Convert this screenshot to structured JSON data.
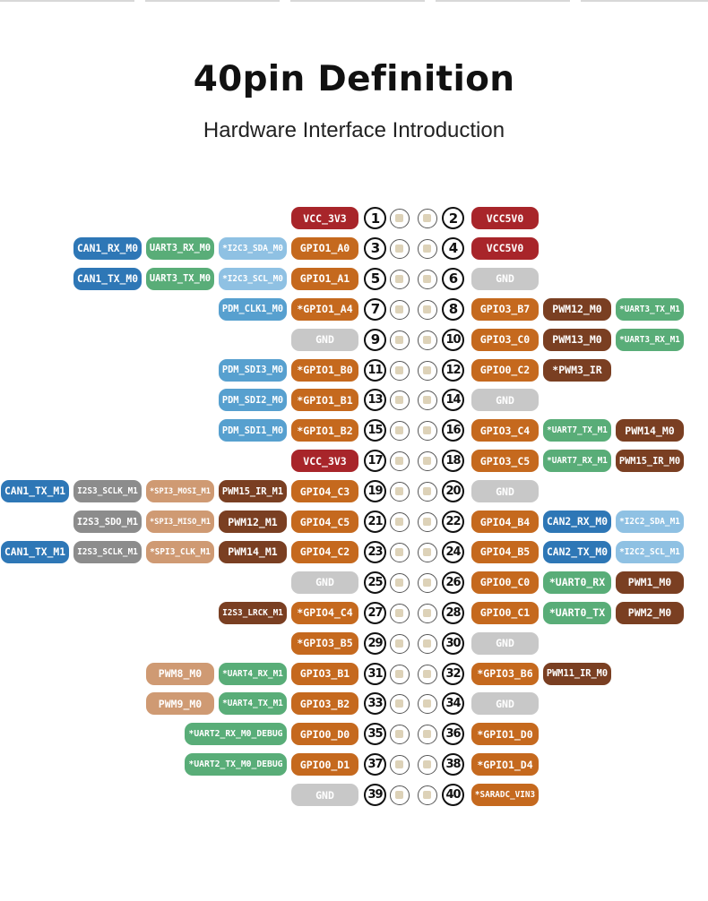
{
  "title": "40pin Definition",
  "subtitle": "Hardware Interface Introduction",
  "colors": {
    "red": "#a8252a",
    "orange": "#c5691e",
    "gray": "#c8c8c8",
    "blue": "#2e77b6",
    "green": "#59ad78",
    "lightblue": "#8fc1e3",
    "skyblue": "#57a0cf",
    "gray_label": "#8c8c8c",
    "tan": "#cf9a73",
    "brown": "#7a3f22"
  },
  "pins": [
    {
      "left_label": "VCC_3V3",
      "left_color": "red",
      "left_functions": [],
      "left_number": "1",
      "right_number": "2",
      "right_label": "VCC5V0",
      "right_color": "red",
      "right_functions": []
    },
    {
      "left_label": "GPIO1_A0",
      "left_color": "orange",
      "left_functions": [
        {
          "label": "CAN1_RX_M0",
          "color": "blue"
        },
        {
          "label": "UART3_RX_M0",
          "color": "green"
        },
        {
          "label": "*I2C3_SDA_M0",
          "color": "lightblue"
        }
      ],
      "left_number": "3",
      "right_number": "4",
      "right_label": "VCC5V0",
      "right_color": "red",
      "right_functions": []
    },
    {
      "left_label": "GPIO1_A1",
      "left_color": "orange",
      "left_functions": [
        {
          "label": "CAN1_TX_M0",
          "color": "blue"
        },
        {
          "label": "UART3_TX_M0",
          "color": "green"
        },
        {
          "label": "*I2C3_SCL_M0",
          "color": "lightblue"
        }
      ],
      "left_number": "5",
      "right_number": "6",
      "right_label": "GND",
      "right_color": "gray",
      "right_functions": []
    },
    {
      "left_label": "*GPIO1_A4",
      "left_color": "orange",
      "left_functions": [
        {
          "label": "PDM_CLK1_M0",
          "color": "skyblue"
        }
      ],
      "left_number": "7",
      "right_number": "8",
      "right_label": "GPIO3_B7",
      "right_color": "orange",
      "right_functions": [
        {
          "label": "PWM12_M0",
          "color": "brown"
        },
        {
          "label": "*UART3_TX_M1",
          "color": "green"
        }
      ]
    },
    {
      "left_label": "GND",
      "left_color": "gray",
      "left_functions": [],
      "left_number": "9",
      "right_number": "10",
      "right_label": "GPIO3_C0",
      "right_color": "orange",
      "right_functions": [
        {
          "label": "PWM13_M0",
          "color": "brown"
        },
        {
          "label": "*UART3_RX_M1",
          "color": "green"
        }
      ]
    },
    {
      "left_label": "*GPIO1_B0",
      "left_color": "orange",
      "left_functions": [
        {
          "label": "PDM_SDI3_M0",
          "color": "skyblue"
        }
      ],
      "left_number": "11",
      "right_number": "12",
      "right_label": "GPIO0_C2",
      "right_color": "orange",
      "right_functions": [
        {
          "label": "*PWM3_IR",
          "color": "brown"
        }
      ]
    },
    {
      "left_label": "*GPIO1_B1",
      "left_color": "orange",
      "left_functions": [
        {
          "label": "PDM_SDI2_M0",
          "color": "skyblue"
        }
      ],
      "left_number": "13",
      "right_number": "14",
      "right_label": "GND",
      "right_color": "gray",
      "right_functions": []
    },
    {
      "left_label": "*GPIO1_B2",
      "left_color": "orange",
      "left_functions": [
        {
          "label": "PDM_SDI1_M0",
          "color": "skyblue"
        }
      ],
      "left_number": "15",
      "right_number": "16",
      "right_label": "GPIO3_C4",
      "right_color": "orange",
      "right_functions": [
        {
          "label": "*UART7_TX_M1",
          "color": "green"
        },
        {
          "label": "PWM14_M0",
          "color": "brown"
        }
      ]
    },
    {
      "left_label": "VCC_3V3",
      "left_color": "red",
      "left_functions": [],
      "left_number": "17",
      "right_number": "18",
      "right_label": "GPIO3_C5",
      "right_color": "orange",
      "right_functions": [
        {
          "label": "*UART7_RX_M1",
          "color": "green"
        },
        {
          "label": "PWM15_IR_M0",
          "color": "brown"
        }
      ]
    },
    {
      "left_label": "GPIO4_C3",
      "left_color": "orange",
      "left_functions": [
        {
          "label": "CAN1_TX_M1",
          "color": "blue"
        },
        {
          "label": "I2S3_SCLK_M1",
          "color": "gray_label"
        },
        {
          "label": "*SPI3_MOSI_M1",
          "color": "tan"
        },
        {
          "label": "PWM15_IR_M1",
          "color": "brown"
        }
      ],
      "left_number": "19",
      "right_number": "20",
      "right_label": "GND",
      "right_color": "gray",
      "right_functions": []
    },
    {
      "left_label": "GPIO4_C5",
      "left_color": "orange",
      "left_functions": [
        {
          "label": "I2S3_SDO_M1",
          "color": "gray_label"
        },
        {
          "label": "*SPI3_MISO_M1",
          "color": "tan"
        },
        {
          "label": "PWM12_M1",
          "color": "brown"
        }
      ],
      "left_number": "21",
      "right_number": "22",
      "right_label": "GPIO4_B4",
      "right_color": "orange",
      "right_functions": [
        {
          "label": "CAN2_RX_M0",
          "color": "blue"
        },
        {
          "label": "*I2C2_SDA_M1",
          "color": "lightblue"
        }
      ]
    },
    {
      "left_label": "GPIO4_C2",
      "left_color": "orange",
      "left_functions": [
        {
          "label": "CAN1_TX_M1",
          "color": "blue"
        },
        {
          "label": "I2S3_SCLK_M1",
          "color": "gray_label"
        },
        {
          "label": "*SPI3_CLK_M1",
          "color": "tan"
        },
        {
          "label": "PWM14_M1",
          "color": "brown"
        }
      ],
      "left_number": "23",
      "right_number": "24",
      "right_label": "GPIO4_B5",
      "right_color": "orange",
      "right_functions": [
        {
          "label": "CAN2_TX_M0",
          "color": "blue"
        },
        {
          "label": "*I2C2_SCL_M1",
          "color": "lightblue"
        }
      ]
    },
    {
      "left_label": "GND",
      "left_color": "gray",
      "left_functions": [],
      "left_number": "25",
      "right_number": "26",
      "right_label": "GPIO0_C0",
      "right_color": "orange",
      "right_functions": [
        {
          "label": "*UART0_RX",
          "color": "green"
        },
        {
          "label": "PWM1_M0",
          "color": "brown"
        }
      ]
    },
    {
      "left_label": "*GPIO4_C4",
      "left_color": "orange",
      "left_functions": [
        {
          "label": "I2S3_LRCK_M1",
          "color": "brown"
        }
      ],
      "left_number": "27",
      "right_number": "28",
      "right_label": "GPIO0_C1",
      "right_color": "orange",
      "right_functions": [
        {
          "label": "*UART0_TX",
          "color": "green"
        },
        {
          "label": "PWM2_M0",
          "color": "brown"
        }
      ]
    },
    {
      "left_label": "*GPIO3_B5",
      "left_color": "orange",
      "left_functions": [],
      "left_number": "29",
      "right_number": "30",
      "right_label": "GND",
      "right_color": "gray",
      "right_functions": []
    },
    {
      "left_label": "GPIO3_B1",
      "left_color": "orange",
      "left_functions": [
        {
          "label": "PWM8_M0",
          "color": "tan"
        },
        {
          "label": "*UART4_RX_M1",
          "color": "green"
        }
      ],
      "left_number": "31",
      "right_number": "32",
      "right_label": "*GPIO3_B6",
      "right_color": "orange",
      "right_functions": [
        {
          "label": "PWM11_IR_M0",
          "color": "brown"
        }
      ]
    },
    {
      "left_label": "GPIO3_B2",
      "left_color": "orange",
      "left_functions": [
        {
          "label": "PWM9_M0",
          "color": "tan"
        },
        {
          "label": "*UART4_TX_M1",
          "color": "green"
        }
      ],
      "left_number": "33",
      "right_number": "34",
      "right_label": "GND",
      "right_color": "gray",
      "right_functions": []
    },
    {
      "left_label": "GPIO0_D0",
      "left_color": "orange",
      "left_functions": [
        {
          "label": "*UART2_RX_M0_DEBUG",
          "color": "green"
        }
      ],
      "left_number": "35",
      "right_number": "36",
      "right_label": "*GPIO1_D0",
      "right_color": "orange",
      "right_functions": []
    },
    {
      "left_label": "GPIO0_D1",
      "left_color": "orange",
      "left_functions": [
        {
          "label": "*UART2_TX_M0_DEBUG",
          "color": "green"
        }
      ],
      "left_number": "37",
      "right_number": "38",
      "right_label": "*GPIO1_D4",
      "right_color": "orange",
      "right_functions": []
    },
    {
      "left_label": "GND",
      "left_color": "gray",
      "left_functions": [],
      "left_number": "39",
      "right_number": "40",
      "right_label": "*SARADC_VIN3",
      "right_color": "orange",
      "right_functions": []
    }
  ]
}
